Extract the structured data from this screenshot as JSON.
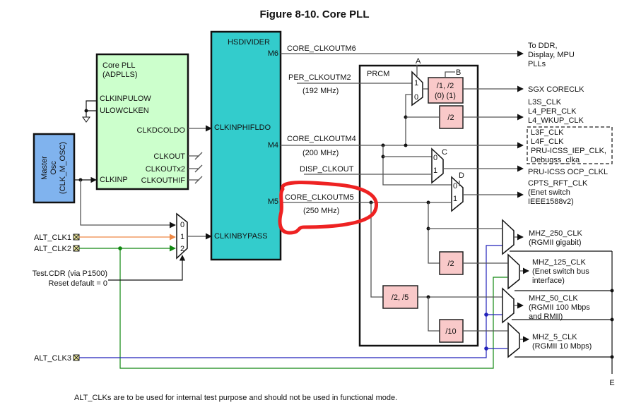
{
  "title": "Figure 8-10. Core PLL",
  "footnote": "ALT_CLKs are to be used for internal test purpose and should not be used in functional mode.",
  "colors": {
    "pll_fill": "#ccffcc",
    "hsdivider_fill": "#33cccc",
    "osc_fill": "#80b3ee",
    "divider_fill": "#f9c9c9",
    "alt_clk1_wire": "#ee8844",
    "alt_clk2_wire": "#118811",
    "alt_clk3_wire": "#2222bb",
    "annotation": "#ee2222"
  },
  "osc": {
    "line1": "Master",
    "line2": "Osc",
    "line3": "(CLK_M_OSC)"
  },
  "pll": {
    "name1": "Core PLL",
    "name2": "(ADPLLS)",
    "pins": {
      "clkinpulow": "CLKINPULOW",
      "ulowclken": "ULOWCLKEN",
      "clkdcoldo": "CLKDCOLDO",
      "clkout": "CLKOUT",
      "clkoutx2": "CLKOUTx2",
      "clkouthif": "CLKOUTHIF",
      "clkinp": "CLKINP"
    }
  },
  "hsdivider": {
    "name": "HSDIVIDER",
    "pins": {
      "m6": "M6",
      "m4": "M4",
      "m5": "M5",
      "clkinphifldo": "CLKINPHIFLDO",
      "clkinbypass": "CLKINBYPASS"
    }
  },
  "bypass_mux": {
    "in0": "0",
    "in1": "1",
    "in2": "2"
  },
  "test_sel": {
    "line1": "Test.CDR (via P1500)",
    "line2": "Reset default = 0"
  },
  "alt_clks": [
    "ALT_CLK1",
    "ALT_CLK2",
    "ALT_CLK3"
  ],
  "signals": {
    "m6": "CORE_CLKOUTM6",
    "per_m2": "PER_CLKOUTM2",
    "per_m2_freq": "(192 MHz)",
    "m4": "CORE_CLKOUTM4",
    "m4_freq": "(200 MHz)",
    "disp": "DISP_CLKOUT",
    "m5": "CORE_CLKOUTM5",
    "m5_freq": "(250 MHz)"
  },
  "prcm": {
    "name": "PRCM",
    "mux_labels": {
      "a": "A",
      "b": "B",
      "c": "C",
      "d": "D",
      "e": "E"
    },
    "mux_inputs": {
      "zero": "0",
      "one": "1"
    },
    "dividers": {
      "sgx_l1": "/1, /2",
      "sgx_l2": "(0) (1)",
      "l3s": "/2",
      "mhz125": "/2",
      "mhz50": "/2, /5",
      "mhz5": "/10"
    }
  },
  "outputs": {
    "ddr": [
      "To DDR,",
      "Display, MPU",
      "PLLs"
    ],
    "sgx": "SGX CORECLK",
    "l3s": [
      "L3S_CLK",
      "L4_PER_CLK",
      "L4_WKUP_CLK"
    ],
    "l3f": [
      "L3F_CLK",
      "L4F_CLK",
      "PRU-ICSS_IEP_CLK,",
      "Debugss_clka"
    ],
    "pru_ocp": "PRU-ICSS OCP_CLKL",
    "cpts": [
      "CPTS_RFT_CLK",
      "(Enet switch",
      "IEEE1588v2)"
    ],
    "mhz250": [
      "MHZ_250_CLK",
      "(RGMII gigabit)"
    ],
    "mhz125": [
      "MHZ_125_CLK",
      "(Enet switch bus",
      "interface)"
    ],
    "mhz50": [
      "MHZ_50_CLK",
      "(RGMII 100 Mbps",
      "and RMII)"
    ],
    "mhz5": [
      "MHZ_5_CLK",
      "(RGMII 10 Mbps)"
    ]
  }
}
